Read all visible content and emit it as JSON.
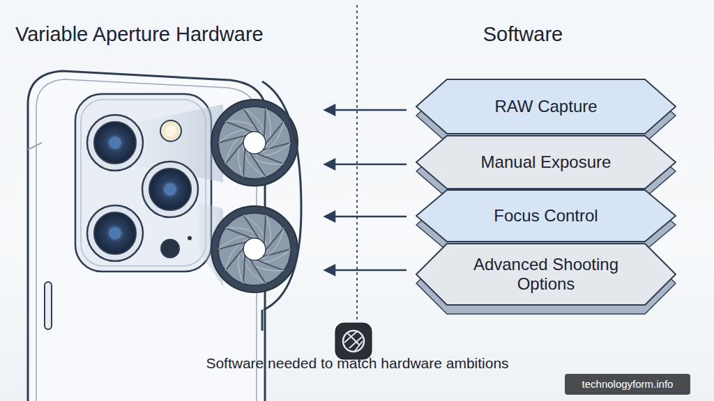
{
  "diagram": {
    "title": "Variable Aperture Hardware",
    "caption": "Software needed to match hardware ambitions",
    "nodes": [
      {
        "text": [
          "RAW Capture"
        ]
      },
      {
        "text": [
          "Manual Exposure"
        ]
      },
      {
        "text": [
          "Focus Control"
        ]
      },
      {
        "text": [
          "Advanced Shooting Options"
        ]
      }
    ],
    "labels": [
      "Software",
      "technologyform.info"
    ]
  }
}
